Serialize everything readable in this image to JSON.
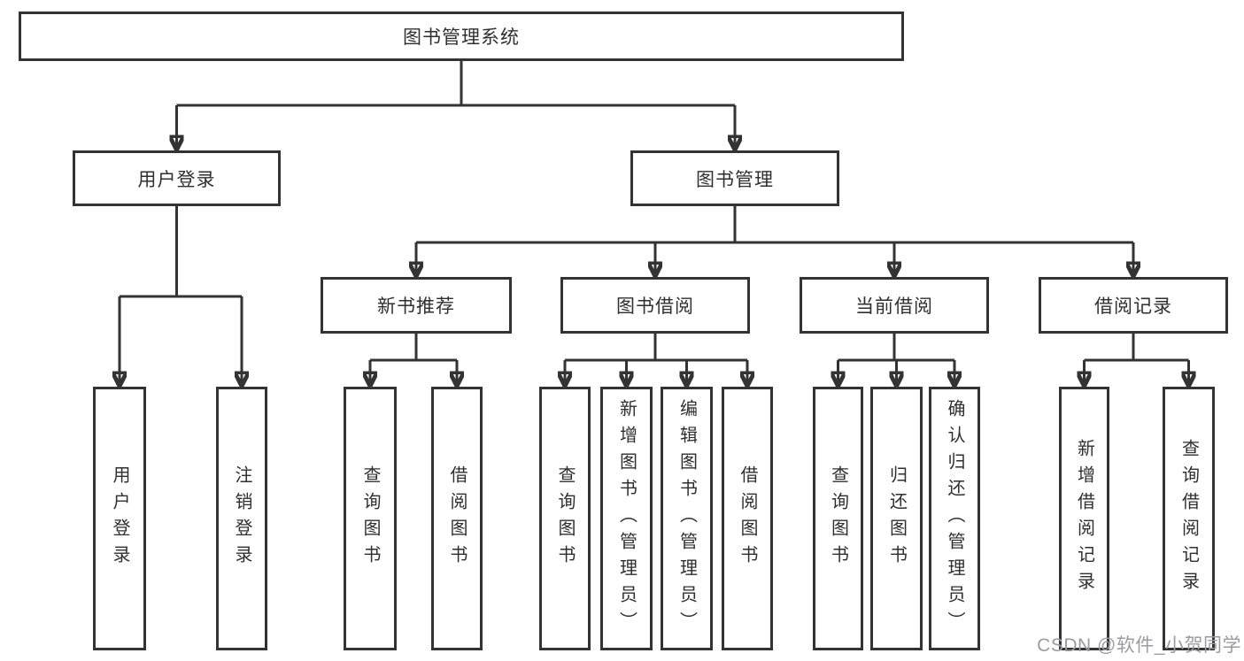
{
  "nodes": {
    "root": {
      "label": "图书管理系统"
    },
    "user_login": {
      "label": "用户登录"
    },
    "book_management": {
      "label": "图书管理"
    },
    "new_book_recommend": {
      "label": "新书推荐"
    },
    "book_borrow": {
      "label": "图书借阅"
    },
    "current_borrow": {
      "label": "当前借阅"
    },
    "borrow_records": {
      "label": "借阅记录"
    },
    "leaf_user_login": {
      "label": "用户登录"
    },
    "leaf_logout": {
      "label": "注销登录"
    },
    "leaf_recommend_query_books": {
      "label": "查询图书"
    },
    "leaf_recommend_borrow_books": {
      "label": "借阅图书"
    },
    "leaf_borrow_query_books": {
      "label": "查询图书"
    },
    "leaf_borrow_add_books_admin": {
      "label": "新增图书（管理员）"
    },
    "leaf_borrow_edit_books_admin": {
      "label": "编辑图书（管理员）"
    },
    "leaf_borrow_borrow_books": {
      "label": "借阅图书"
    },
    "leaf_current_query_books": {
      "label": "查询图书"
    },
    "leaf_current_return_books": {
      "label": "归还图书"
    },
    "leaf_current_confirm_return_admin": {
      "label": "确认归还（管理员）"
    },
    "leaf_records_add_record": {
      "label": "新增借阅记录"
    },
    "leaf_records_query_record": {
      "label": "查询借阅记录"
    }
  },
  "watermark": {
    "text": "CSDN @软件_小贺同学"
  },
  "colors": {
    "line": "#333333",
    "text": "#2f2f2f",
    "box_fill": "#ffffff",
    "watermark": "#9b9ba1",
    "background": "#ffffff"
  }
}
